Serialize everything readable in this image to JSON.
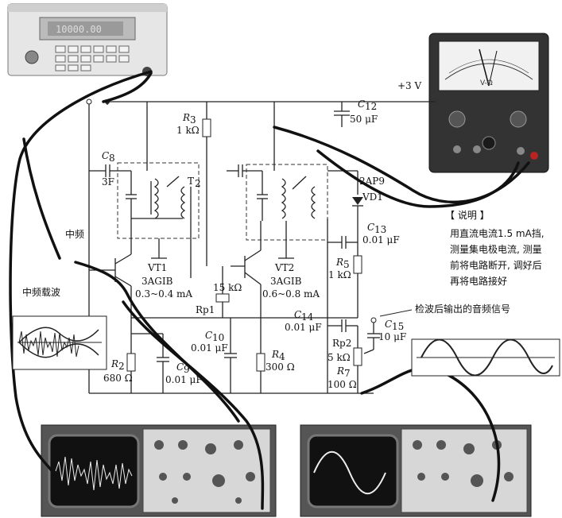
{
  "supply": {
    "label": "+3 V"
  },
  "note": {
    "title": "【 说明 】",
    "lines": [
      "用直流电流1.5 mA挡,",
      "测量集电极电流, 测量",
      "前将电路断开, 调好后",
      "再将电路接好"
    ]
  },
  "components": {
    "c8_name": "C",
    "c8_sub": "8",
    "c8_value": "3F",
    "c12_name": "C",
    "c12_sub": "12",
    "c12_value": "50 μF",
    "r3_name": "R",
    "r3_sub": "3",
    "r3_value": "1 kΩ",
    "t2": "T",
    "t2_sub": "2",
    "vt1": "VT1",
    "vt1_type": "3AGIB",
    "vt1_current": "0.3~0.4 mA",
    "vt2": "VT2",
    "vt2_type": "3AGIB",
    "vt2_current": "0.6~0.8 mA",
    "diode": "2AP9",
    "diode_name": "VD1",
    "c13_name": "C",
    "c13_sub": "13",
    "c13_value": "0.01 μF",
    "r5_name": "R",
    "r5_sub": "5",
    "r5_value": "1 kΩ",
    "rp1_value": "15 kΩ",
    "rp1_name": "Rp1",
    "c14_name": "C",
    "c14_sub": "14",
    "c14_value": "0.01 μF",
    "c15_name": "C",
    "c15_sub": "15",
    "c15_value": "10 μF",
    "rp2_name": "Rp2",
    "rp2_value": "5 kΩ",
    "r7_name": "R",
    "r7_sub": "7",
    "r7_value": "100 Ω",
    "c10_name": "C",
    "c10_sub": "10",
    "c10_value": "0.01 μF",
    "r4_name": "R",
    "r4_sub": "4",
    "r4_value": "300 Ω",
    "r2_name": "R",
    "r2_sub": "2",
    "r2_value": "680 Ω",
    "c9_name": "C",
    "c9_sub": "9",
    "c9_value": "0.01 μF"
  },
  "labels": {
    "if_label": "中频",
    "if_carrier": "中频载波",
    "audio_out": "检波后输出的音频信号"
  },
  "instruments": {
    "signal_generator": "signal-generator",
    "multimeter": "multimeter",
    "oscilloscope_left": "oscilloscope-left",
    "oscilloscope_right": "oscilloscope-right"
  }
}
